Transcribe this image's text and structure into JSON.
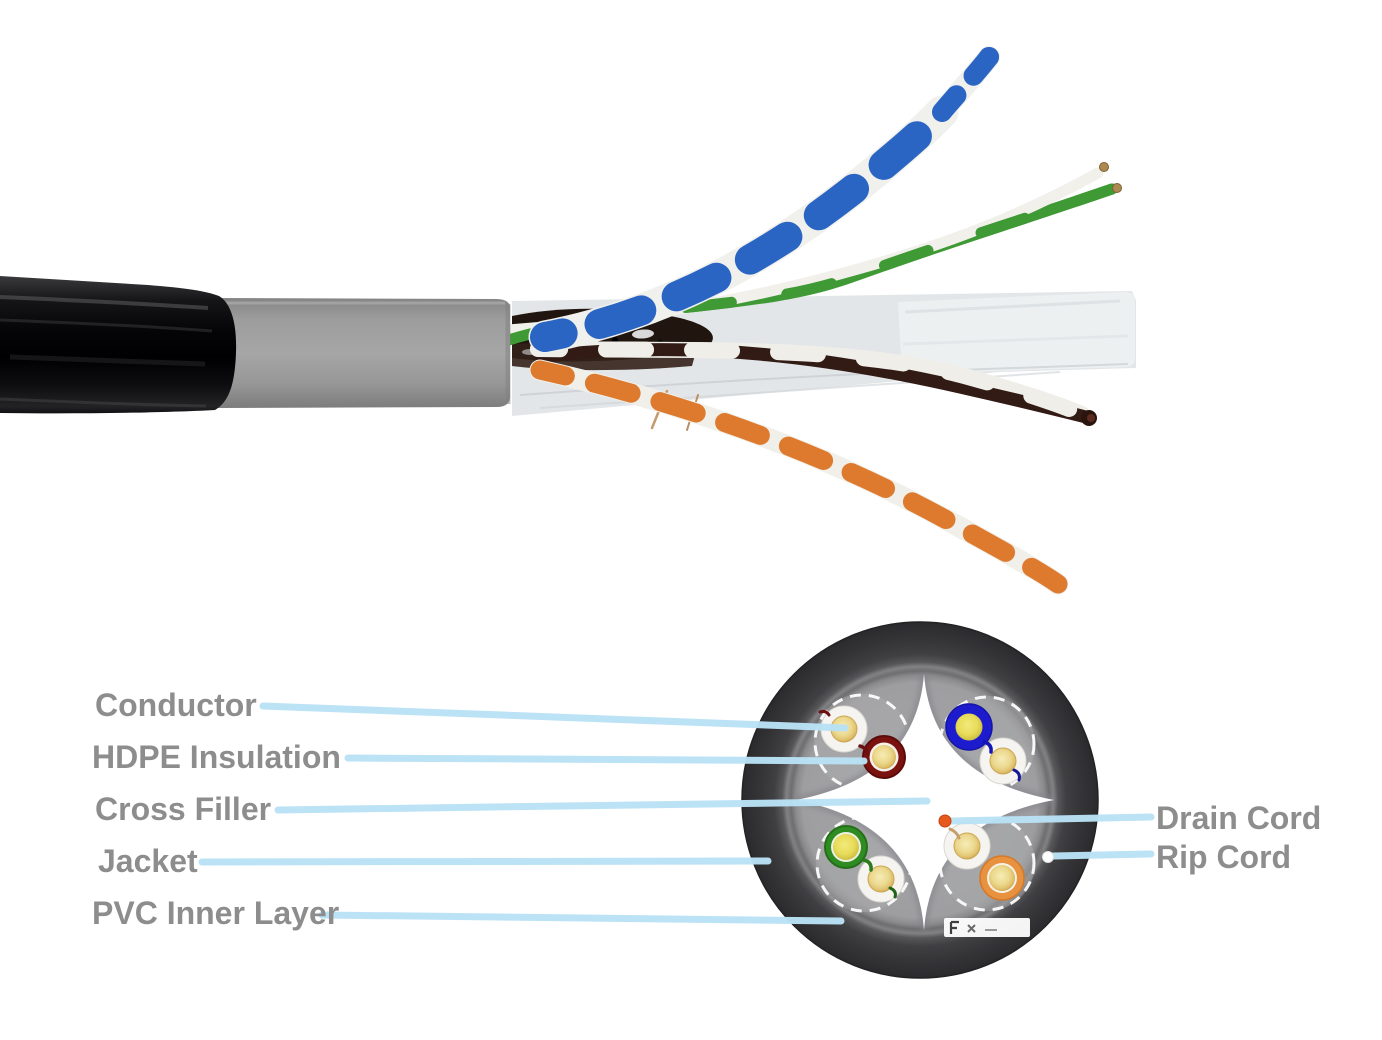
{
  "labels": {
    "left": [
      {
        "text": "Conductor"
      },
      {
        "text": "HDPE Insulation"
      },
      {
        "text": "Cross Filler"
      },
      {
        "text": "Jacket"
      },
      {
        "text": "PVC Inner Layer"
      }
    ],
    "right": [
      {
        "text": "Drain Cord"
      },
      {
        "text": "Rip Cord"
      }
    ]
  },
  "colors": {
    "label_text": "#8d8d8d",
    "leader_line": "#b9e2f5",
    "pair_blue": "#2a65c4",
    "pair_green": "#3f9a35",
    "pair_brown": "#321b14",
    "pair_orange": "#dd7a2e",
    "wire_white": "#f0efe9",
    "ring_blue": "#1c1cce",
    "ring_maroon": "#7a1210",
    "ring_green": "#2f8c22",
    "ring_orange": "#e8913f",
    "core_yellow": "#ecd98e",
    "jacket_black": "#0a0a0c",
    "inner_tube_gray": "#9d9d9d",
    "cross_section_jacket": "#333336",
    "cross_section_inner": "#9a9a9c",
    "drain_dot": "#e8581c",
    "rip_dot": "#ffffff"
  }
}
